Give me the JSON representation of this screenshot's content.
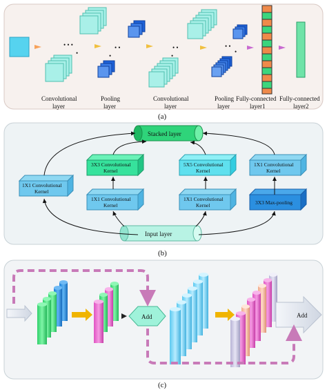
{
  "panel_a": {
    "caption": "(a)",
    "labels": {
      "conv1": [
        "Convolutional",
        "layer"
      ],
      "pool1": [
        "Pooling",
        "layer"
      ],
      "conv2": [
        "Convolutional",
        "layer"
      ],
      "pool2": [
        "Pooling",
        "layer"
      ],
      "fc1": [
        "Fully-connected",
        "layer1"
      ],
      "fc2": [
        "Fully-connected",
        "layer2"
      ]
    }
  },
  "panel_b": {
    "caption": "(b)",
    "stacked_layer": "Stacked layer",
    "input_layer": "Input layer",
    "branch1": [
      "1X1 Convolutional",
      "Kernel"
    ],
    "branch2_top": [
      "3X3 Convolutional",
      "Kernel"
    ],
    "branch2_bottom": [
      "1X1 Convolutional",
      "Kernel"
    ],
    "branch3_top": [
      "5X5 Convolutional",
      "Kernel"
    ],
    "branch3_bottom": [
      "1X1 Convolutional",
      "Kernel"
    ],
    "branch4_top": [
      "1X1 Convolutional",
      "Kernel"
    ],
    "branch4_bottom": "3X3 Max-pooling"
  },
  "panel_c": {
    "caption": "(c)",
    "add1": "Add",
    "add2": "Add"
  },
  "colors": {
    "panel_bg": "#f3f5f6",
    "cyan_box": "#5fd6e8",
    "green_box": "#37e6a8",
    "blue_box": "#2b8fe0",
    "pink_dash": "#c87ab8",
    "yellow_arrow": "#f0b400"
  }
}
